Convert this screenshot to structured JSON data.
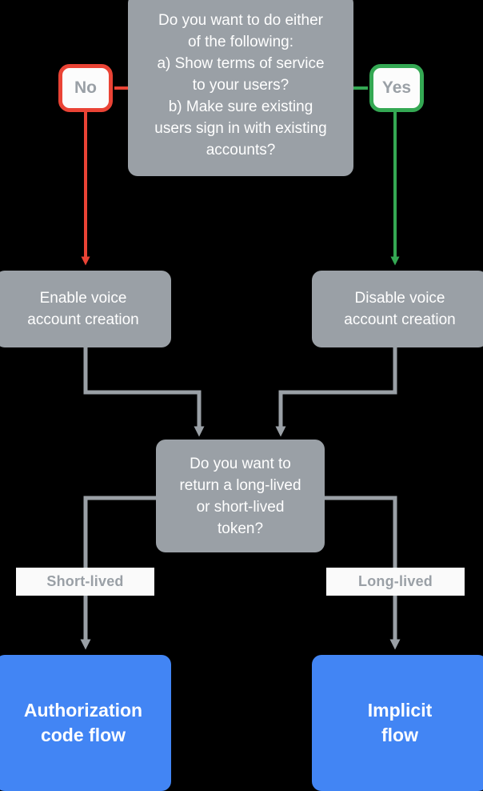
{
  "diagram": {
    "title": "Voice account linking flow decision chart",
    "background_color": "#000000",
    "colors": {
      "grey_box": "#9aa0a6",
      "blue_box": "#4285f4",
      "no_border": "#ea4335",
      "yes_border": "#34a853",
      "connector": "#9aa0a6",
      "label_bg": "#fafafa",
      "label_text": "#9aa0a6",
      "box_text": "#ffffff"
    },
    "nodes": {
      "decision_terms": {
        "lines": [
          "Do you want to do either",
          "of the following:",
          "a) Show terms of service",
          "to your users?",
          "b) Make sure existing",
          "users sign in with existing",
          "accounts?"
        ]
      },
      "answer_no": {
        "label": "No"
      },
      "answer_yes": {
        "label": "Yes"
      },
      "enable_voice": {
        "lines": [
          "Enable voice",
          "account creation"
        ]
      },
      "disable_voice": {
        "lines": [
          "Disable voice",
          "account creation"
        ]
      },
      "decision_token": {
        "lines": [
          "Do you want to",
          "return a long-lived",
          "or short-lived",
          "token?"
        ]
      },
      "auth_code_flow": {
        "lines": [
          "Authorization",
          "code flow"
        ]
      },
      "implicit_flow": {
        "lines": [
          "Implicit",
          "flow"
        ]
      }
    },
    "edge_labels": {
      "short_lived": "Short-lived",
      "long_lived": "Long-lived"
    }
  }
}
